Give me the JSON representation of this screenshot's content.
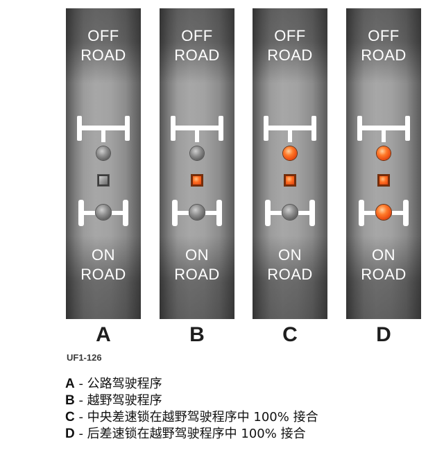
{
  "panels": [
    {
      "letter": "A",
      "top_label": [
        "OFF",
        "ROAD"
      ],
      "bottom_label": [
        "ON",
        "ROAD"
      ],
      "center_lamp": "off",
      "mode_square": "off",
      "rear_lamp": "off"
    },
    {
      "letter": "B",
      "top_label": [
        "OFF",
        "ROAD"
      ],
      "bottom_label": [
        "ON",
        "ROAD"
      ],
      "center_lamp": "off",
      "mode_square": "on",
      "rear_lamp": "off"
    },
    {
      "letter": "C",
      "top_label": [
        "OFF",
        "ROAD"
      ],
      "bottom_label": [
        "ON",
        "ROAD"
      ],
      "center_lamp": "on",
      "mode_square": "on",
      "rear_lamp": "off"
    },
    {
      "letter": "D",
      "top_label": [
        "OFF",
        "ROAD"
      ],
      "bottom_label": [
        "ON",
        "ROAD"
      ],
      "center_lamp": "on",
      "mode_square": "on",
      "rear_lamp": "on"
    }
  ],
  "figure_code": "UF1-126",
  "legend": [
    {
      "key": "A",
      "text": " - 公路驾驶程序"
    },
    {
      "key": "B",
      "text": " - 越野驾驶程序"
    },
    {
      "key": "C",
      "text": " - 中央差速锁在越野驾驶程序中 100% 接合"
    },
    {
      "key": "D",
      "text": " - 后差速锁在越野驾驶程序中 100% 接合"
    }
  ],
  "colors": {
    "lamp_on": "#ff6d20",
    "lamp_off": "#8e8e8e",
    "panel": "#a2a2a2"
  }
}
